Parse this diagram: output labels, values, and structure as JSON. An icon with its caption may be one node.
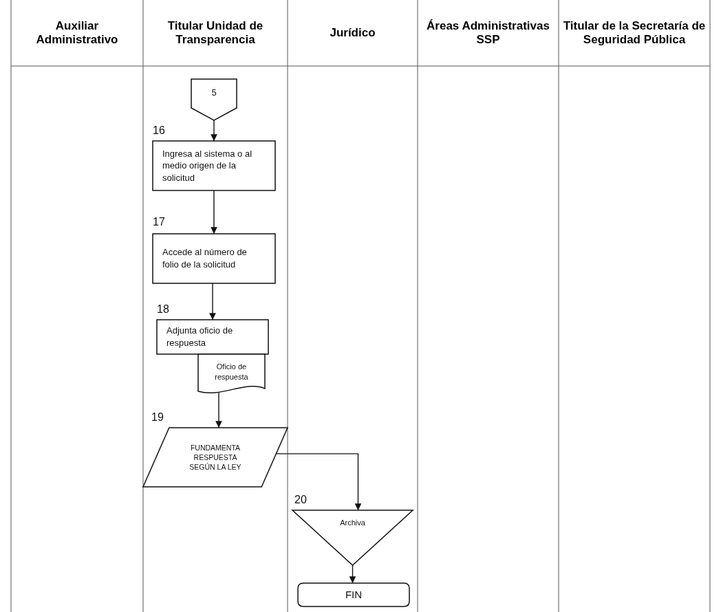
{
  "diagram": {
    "nodes": [
      {
        "text": [
          "5"
        ]
      },
      {
        "text": [
          "Ingresa al sistema o al medio origen de la solicitud"
        ],
        "beside": [
          "16"
        ]
      },
      {
        "text": [
          "Accede al número de folio de la solicitud"
        ],
        "beside": [
          "17"
        ]
      },
      {
        "text": [
          "Adjunta oficio de respuesta"
        ],
        "beside": [
          "18"
        ]
      },
      {
        "text": [
          "Oficio de respuesta"
        ]
      },
      {
        "text": [
          "FUNDAMENTA RESPUESTA SEGÚN LA LEY"
        ],
        "beside": [
          "19"
        ]
      },
      {
        "text": [
          "Archiva"
        ],
        "beside": [
          "20"
        ]
      },
      {
        "text": [
          "FIN"
        ]
      }
    ],
    "edges": [
      {
        "from": 0,
        "to": 1,
        "arrow": "to"
      },
      {
        "from": 1,
        "to": 2,
        "arrow": "to"
      },
      {
        "from": 2,
        "to": 3,
        "arrow": "to"
      },
      {
        "from": 4,
        "to": 5,
        "arrow": "to"
      },
      {
        "from": 5,
        "to": 6,
        "arrow": "to"
      },
      {
        "from": 6,
        "to": 7,
        "arrow": "to"
      }
    ],
    "labels": [
      "Auxiliar Administrativo",
      "Titular Unidad de Transparencia",
      "Jurídico",
      "Áreas Administrativas SSP",
      "Titular de la Secretaría de Seguridad Pública"
    ]
  }
}
